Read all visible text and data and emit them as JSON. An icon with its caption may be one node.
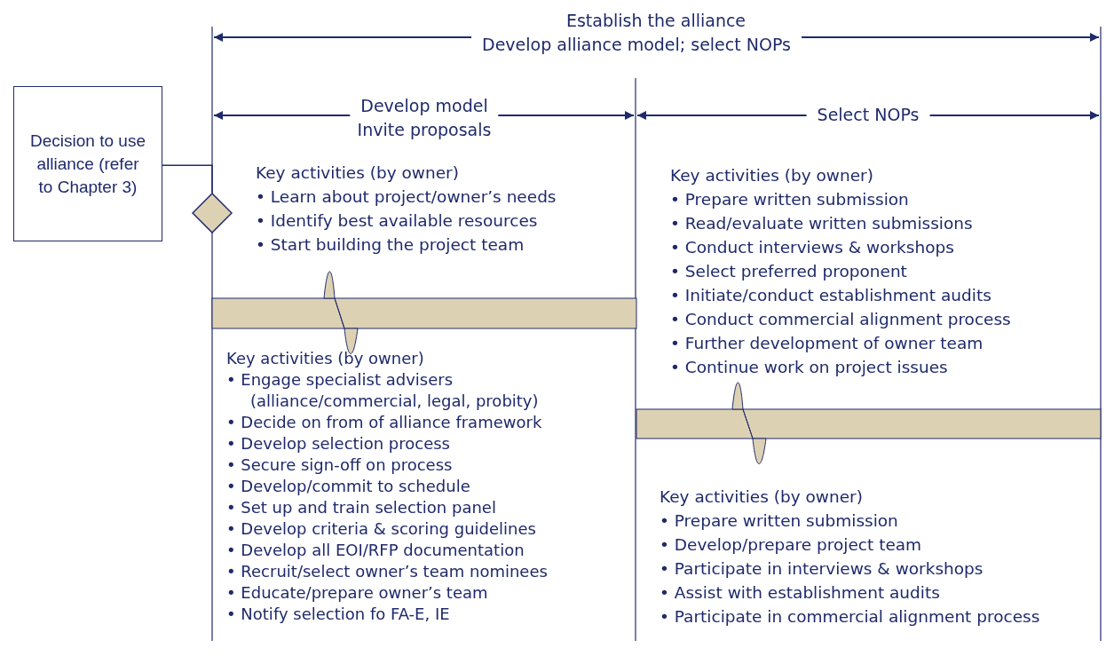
{
  "diagram": {
    "nodes": [
      {
        "text": [
          "Decision to use alliance (refer to Chapter 3)"
        ]
      },
      {
        "text": [],
        "shape": "diamond"
      }
    ],
    "edges": [
      {
        "from": 0,
        "to": 1,
        "arrow": "none"
      }
    ],
    "labels": [
      "Establish the alliance",
      "Develop alliance model; select NOPs",
      "Develop model",
      "Invite proposals",
      "Select NOPs",
      "Key activities (by owner)",
      "• Learn about project/owner’s needs",
      "• Identify best available resources",
      "• Start building the project team",
      "Key activities (by owner)",
      "• Prepare written submission",
      "• Read/evaluate written submissions",
      "• Conduct interviews & workshops",
      "• Select preferred proponent",
      "• Initiate/conduct establishment audits",
      "• Conduct commercial alignment process",
      "• Further development of owner team",
      "• Continue work on project issues",
      "Key activities (by owner)",
      "• Engage specialist advisers (alliance/commercial, legal, probity)",
      "• Decide on from of alliance framework",
      "• Develop selection process",
      "• Secure sign-off on process",
      "• Develop/commit to schedule",
      "• Set up and train selection panel",
      "• Develop criteria & scoring guidelines",
      "• Develop all EOI/RFP documentation",
      "• Recruit/select owner’s team nominees",
      "• Educate/prepare owner’s team",
      "• Notify selection fo FA-E, IE",
      "Key activities (by owner)",
      "• Prepare written submission",
      "• Develop/prepare project team",
      "• Participate in interviews & workshops",
      "• Assist with establishment audits",
      "• Participate in commercial alignment process"
    ]
  }
}
